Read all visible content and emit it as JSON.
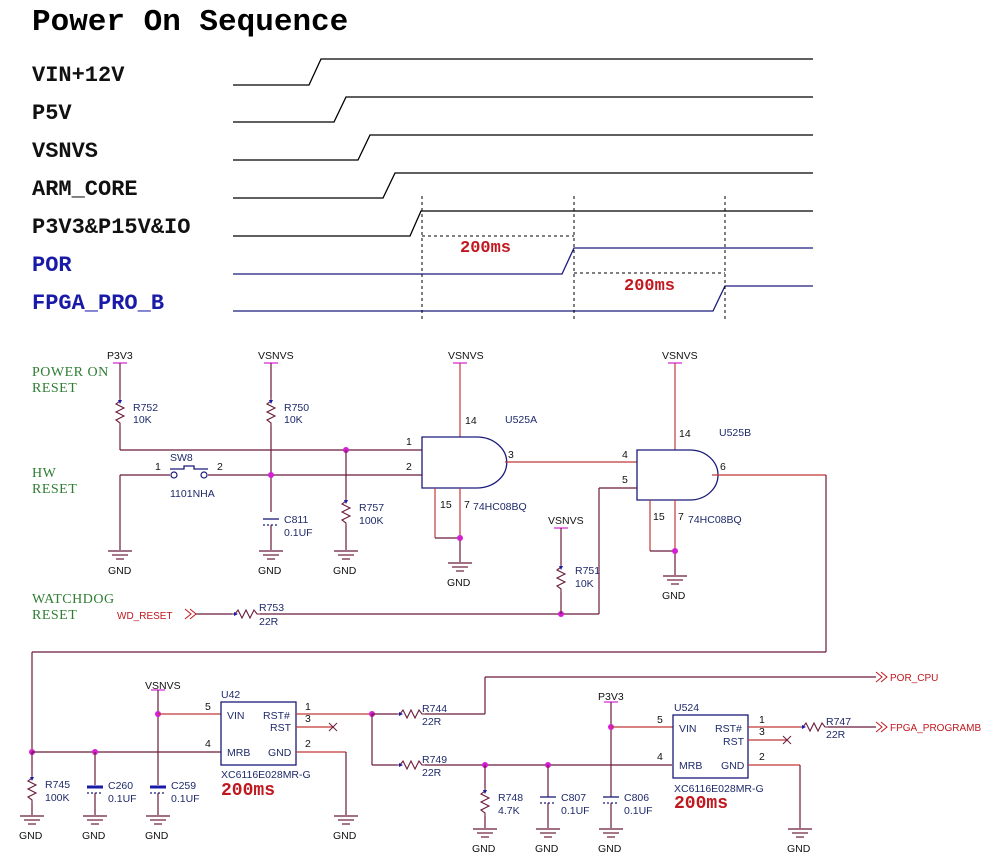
{
  "title": "Power On Sequence",
  "timing": {
    "signals": [
      {
        "name": "VIN+12V",
        "color": "black"
      },
      {
        "name": "P5V",
        "color": "black"
      },
      {
        "name": "VSNVS",
        "color": "black"
      },
      {
        "name": "ARM_CORE",
        "color": "black"
      },
      {
        "name": "P3V3&P15V&IO",
        "color": "black"
      },
      {
        "name": "POR",
        "color": "blue"
      },
      {
        "name": "FPGA_PRO_B",
        "color": "blue"
      }
    ],
    "delays": [
      {
        "label": "200ms",
        "from": "P3V3&P15V&IO",
        "to": "POR"
      },
      {
        "label": "200ms",
        "from": "POR",
        "to": "FPGA_PRO_B"
      }
    ]
  },
  "sections": {
    "power_on_reset": [
      "POWER ON",
      "RESET"
    ],
    "hw_reset": [
      "HW",
      "RESET"
    ],
    "watchdog_reset": [
      "WATCHDOG",
      "RESET"
    ]
  },
  "power_labels": {
    "p3v3": "P3V3",
    "vsnvs": "VSNVS",
    "gnd": "GND"
  },
  "components": {
    "R752": {
      "ref": "R752",
      "value": "10K"
    },
    "R750": {
      "ref": "R750",
      "value": "10K"
    },
    "R757": {
      "ref": "R757",
      "value": "100K"
    },
    "R751": {
      "ref": "R751",
      "value": "10K"
    },
    "R753": {
      "ref": "R753",
      "value": "22R"
    },
    "R745": {
      "ref": "R745",
      "value": "100K"
    },
    "R744": {
      "ref": "R744",
      "value": "22R"
    },
    "R749": {
      "ref": "R749",
      "value": "22R"
    },
    "R748": {
      "ref": "R748",
      "value": "4.7K"
    },
    "R747": {
      "ref": "R747",
      "value": "22R"
    },
    "C811": {
      "ref": "C811",
      "value": "0.1UF"
    },
    "C260": {
      "ref": "C260",
      "value": "0.1UF"
    },
    "C259": {
      "ref": "C259",
      "value": "0.1UF"
    },
    "C807": {
      "ref": "C807",
      "value": "0.1UF"
    },
    "C806": {
      "ref": "C806",
      "value": "0.1UF"
    },
    "SW8": {
      "ref": "SW8",
      "value": "1101NHA",
      "pin1": "1",
      "pin2": "2"
    },
    "U525A": {
      "ref": "U525A",
      "part": "74HC08BQ",
      "pins": {
        "in1": "1",
        "in2": "2",
        "out": "3",
        "vcc": "14",
        "gnd": "7",
        "ep": "15"
      }
    },
    "U525B": {
      "ref": "U525B",
      "part": "74HC08BQ",
      "pins": {
        "in1": "4",
        "in2": "5",
        "out": "6",
        "vcc": "14",
        "gnd": "7",
        "ep": "15"
      }
    },
    "U42": {
      "ref": "U42",
      "part": "XC6116E028MR-G",
      "delay": "200ms",
      "pins": {
        "vin": {
          "num": "5",
          "name": "VIN"
        },
        "mrb": {
          "num": "4",
          "name": "MRB"
        },
        "rstn": {
          "num": "1",
          "name": "RST#"
        },
        "rst": {
          "num": "3",
          "name": "RST"
        },
        "gnd": {
          "num": "2",
          "name": "GND"
        }
      }
    },
    "U524": {
      "ref": "U524",
      "part": "XC6116E028MR-G",
      "delay": "200ms",
      "pins": {
        "vin": {
          "num": "5",
          "name": "VIN"
        },
        "mrb": {
          "num": "4",
          "name": "MRB"
        },
        "rstn": {
          "num": "1",
          "name": "RST#"
        },
        "rst": {
          "num": "3",
          "name": "RST"
        },
        "gnd": {
          "num": "2",
          "name": "GND"
        }
      }
    }
  },
  "ports": {
    "wd_reset": "WD_RESET",
    "por_cpu": "POR_CPU",
    "fpga_programb": "FPGA_PROGRAMB"
  },
  "colors": {
    "timing_blue": "#1a1a7a",
    "delay_red": "#c0181f",
    "section_green": "#2e7d32",
    "wire": "#6b1a3a",
    "junction": "#d41fd4"
  }
}
